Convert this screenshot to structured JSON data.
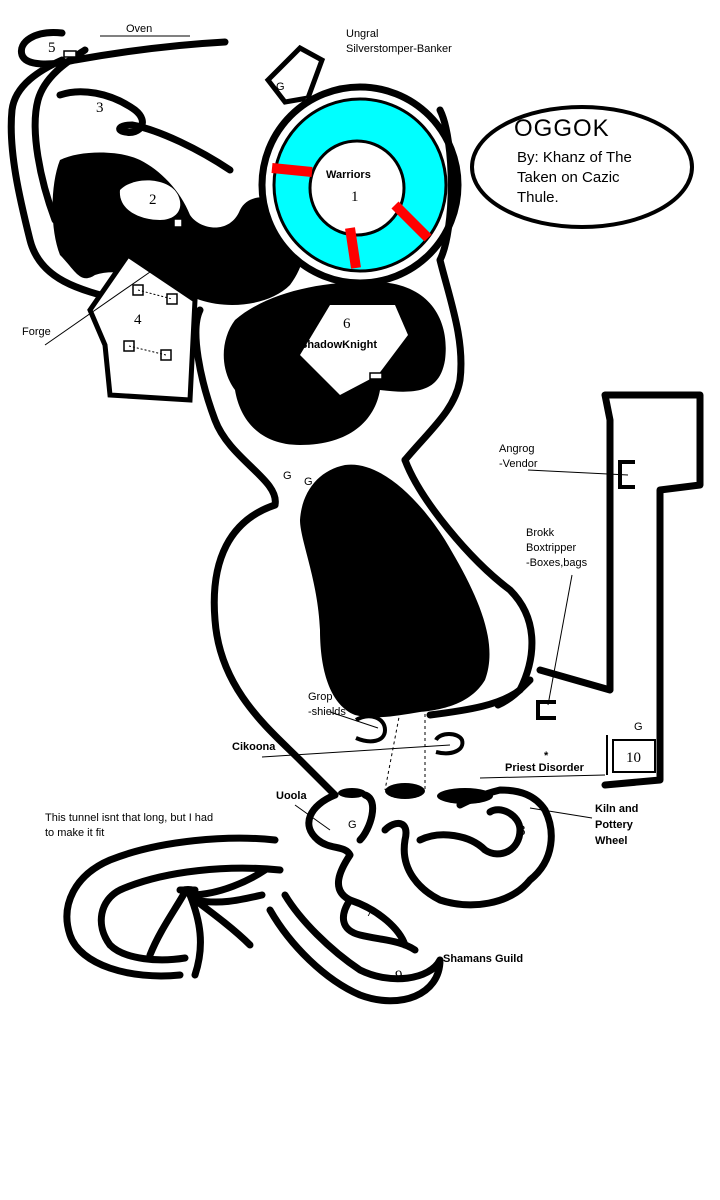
{
  "title": "OGGOK",
  "credit_lines": [
    "By: Khanz of The",
    "Taken on Cazic",
    "Thule."
  ],
  "areas": {
    "a1": "1",
    "a2": "2",
    "a3": "3",
    "a4": "4",
    "a5": "5",
    "a6": "6",
    "a7": "7",
    "a8": "8",
    "a9": "9",
    "a10": "10"
  },
  "labels": {
    "oven": "Oven",
    "ungral_1": "Ungral",
    "ungral_2": "Silverstomper-Banker",
    "warriors": "Warriors",
    "forge": "Forge",
    "shadowknight": "ShadowKnight",
    "angrog_1": "Angrog",
    "angrog_2": "-Vendor",
    "brokk_1": "Brokk",
    "brokk_2": "Boxtripper",
    "brokk_3": "-Boxes,bags",
    "grop_1": "Grop",
    "grop_2": "-shields",
    "cikoona": "Cikoona",
    "priest_star": "*",
    "priest": "Priest Disorder",
    "uoola": "Uoola",
    "kiln_1": "Kiln and",
    "kiln_2": "Pottery",
    "kiln_3": "Wheel",
    "tunnel_note": "This tunnel isnt that long, but I had",
    "tunnel_note_2": "to make it fit",
    "shamans": "Shamans Guild"
  },
  "guards": {
    "g_bank": "G",
    "g_mid1": "G",
    "g_mid2": "G",
    "g_uoola": "G",
    "g_ten": "G"
  },
  "colors": {
    "ring": "#00ffff",
    "spoke": "#ff0000",
    "rock": "#000000",
    "background": "#ffffff"
  }
}
